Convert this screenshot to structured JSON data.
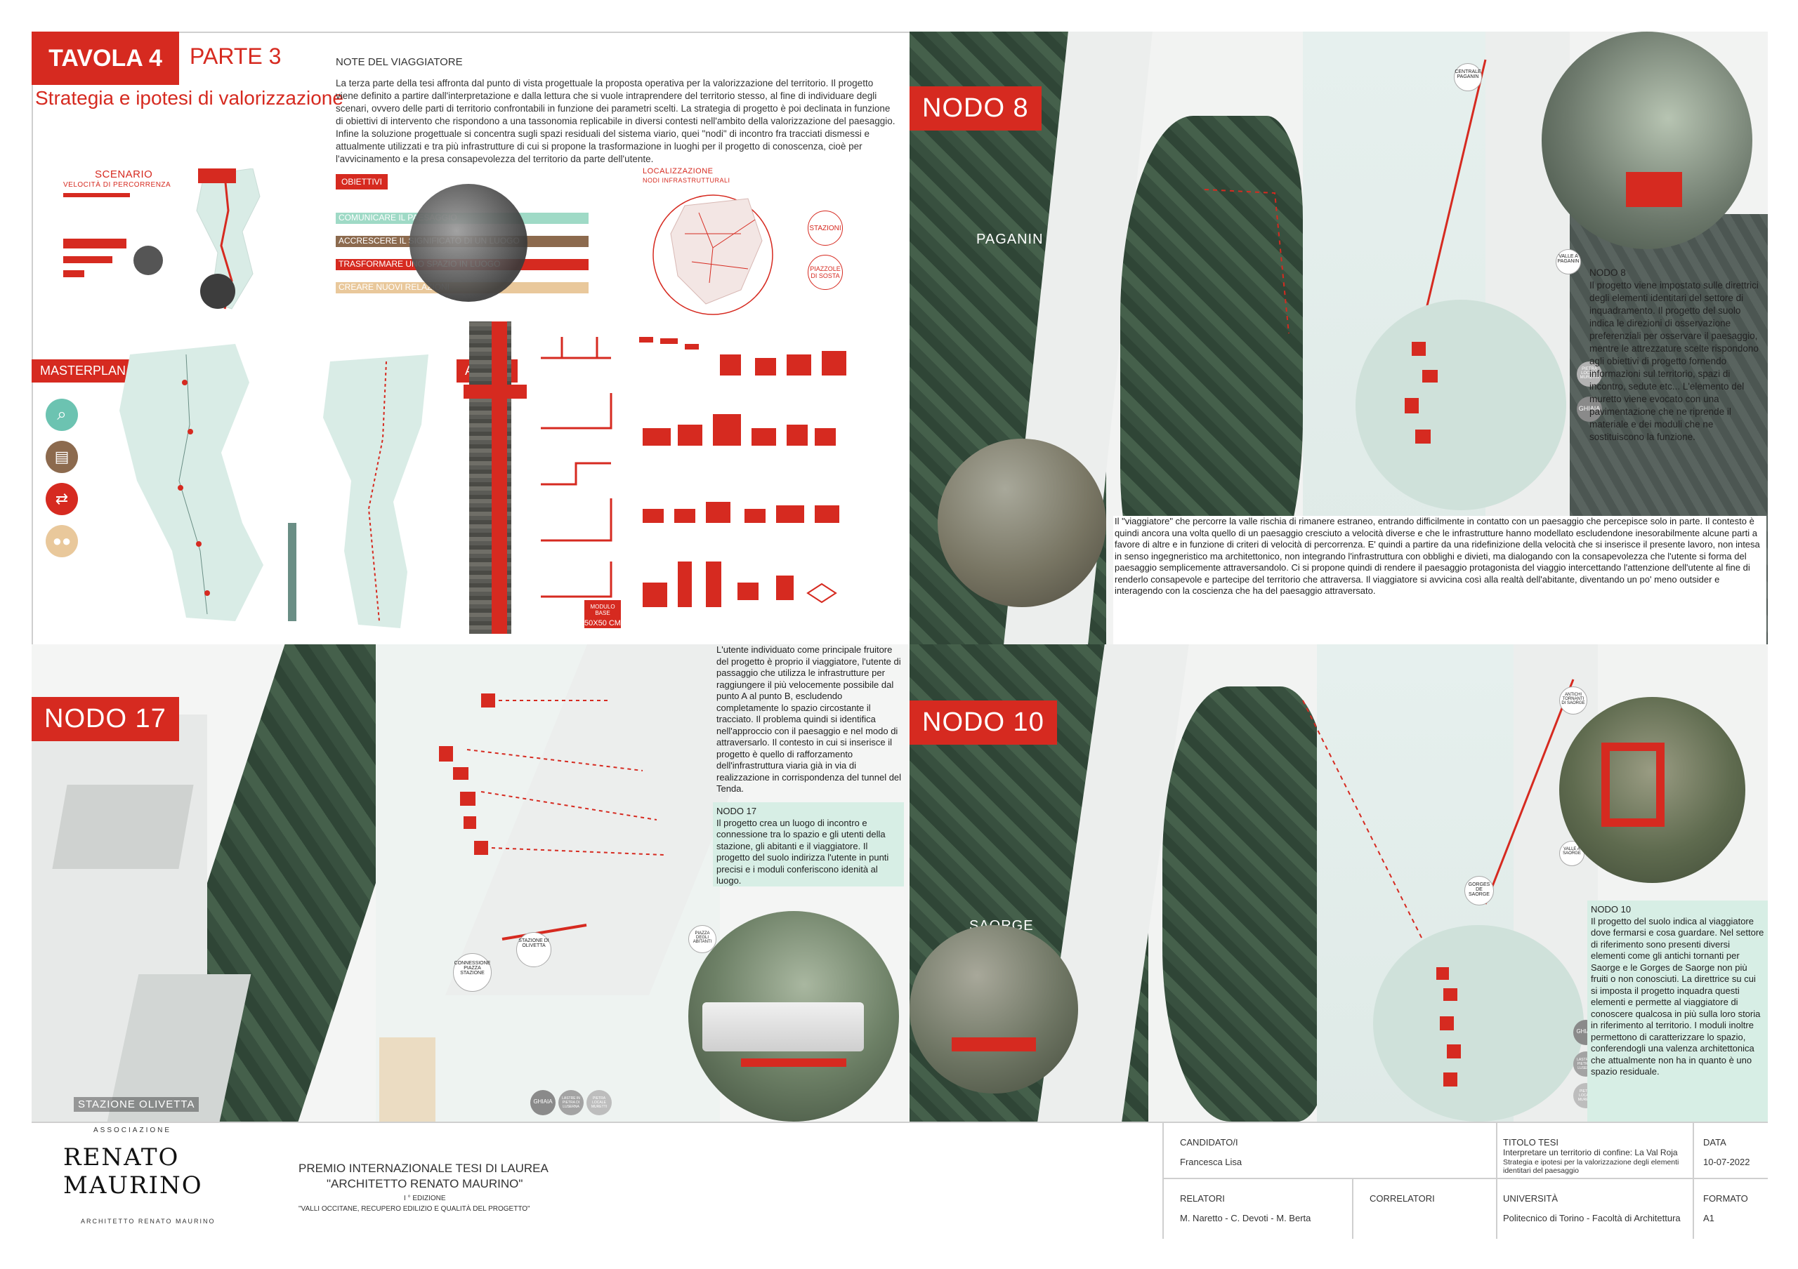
{
  "header": {
    "tavola": "TAVOLA 4",
    "parte": "PARTE 3",
    "subtitle": "Strategia e ipotesi di valorizzazione"
  },
  "note": {
    "title": "NOTE DEL VIAGGIATORE",
    "body": "La terza parte della tesi affronta dal punto di vista progettuale la proposta operativa per la valorizzazione del territorio. Il progetto viene definito a partire dall'interpretazione e dalla lettura che si vuole intraprendere del territorio stesso, al fine di individuare degli scenari, ovvero delle parti di territorio confrontabili in funzione dei parametri scelti. La strategia di progetto è poi declinata in funzione di obiettivi di intervento che rispondono a una tassonomia replicabile in diversi contesti nell'ambito della valorizzazione del paesaggio. Infine la soluzione progettuale si concentra sugli spazi residuali del sistema viario, quei \"nodi\" di incontro fra tracciati dismessi e attualmente utilizzati e tra più infrastrutture di cui si propone la trasformazione in luoghi per il progetto di conoscenza, cioè per l'avvicinamento e la presa consapevolezza del territorio da parte dell'utente."
  },
  "scenario": {
    "title": "SCENARIO",
    "subtitle": "VELOCITÀ DI PERCORRENZA"
  },
  "obiettivi": {
    "title": "OBIETTIVI",
    "items": [
      {
        "label": "COMUNICARE IL PAESAGGIO",
        "color": "#9fdac6"
      },
      {
        "label": "ACCRESCERE IL SIGNIFICATO DI UN LUOGO",
        "color": "#8c6a4e"
      },
      {
        "label": "TRASFORMARE UNO SPAZIO IN LUOGO",
        "color": "#d62a20"
      },
      {
        "label": "CREARE NUOVI RELAZIONI",
        "color": "#e9c89b"
      }
    ]
  },
  "localizzazione": {
    "title": "LOCALIZZAZIONE",
    "subtitle": "NODI INFRASTRUTTURALI",
    "tags": [
      "STAZIONI",
      "PIAZZOLE DI SOSTA"
    ]
  },
  "masterplan": {
    "title": "MASTERPLAN",
    "icons": [
      {
        "name": "search-icon",
        "color": "#6cc3b1"
      },
      {
        "name": "book-icon",
        "color": "#8c6a4e"
      },
      {
        "name": "swap-icon",
        "color": "#d62a20"
      },
      {
        "name": "people-icon",
        "color": "#e9c89b"
      }
    ]
  },
  "abaco": {
    "title": "ABACO",
    "module": "MODULO BASE",
    "module_size": "50X50 CM"
  },
  "nodo8": {
    "label": "NODO 8",
    "place": "PAGANIN",
    "callouts": [
      "CENTRALE PAGANIN",
      "VALLE A PAGANIN"
    ],
    "stops": [
      "GHIAIA",
      "PIETRA LOCALE MURETTI"
    ],
    "desc_title": "NODO 8",
    "desc": "Il progetto viene impostato sulle direttrici degli elementi identitari del settore di inquadramento. Il progetto del suolo indica le direzioni di osservazione preferenziali per osservare il paesaggio, mentre le attrezzature scelte rispondono agli obiettivi di progetto fornendo informazioni sul territorio, spazi di incontro, sedute etc... L'elemento del muretto viene evocato con una pavimentazione che ne riprende il materiale e dei moduli che ne sostituiscono la funzione."
  },
  "viaggiatore": {
    "text": "Il \"viaggiatore\" che percorre la valle rischia di rimanere estraneo, entrando difficilmente in contatto con un paesaggio che percepisce solo in parte. Il contesto è quindi ancora una volta quello di un paesaggio cresciuto a velocità diverse e che le infrastrutture hanno modellato escludendone inesorabilmente alcune parti a favore di altre e in funzione di criteri di velocità di percorrenza. E' quindi a partire da una ridefinizione della velocità che si inserisce il presente lavoro, non intesa in senso ingegneristico ma architettonico, non integrando l'infrastruttura con obblighi e divieti, ma dialogando con la consapevolezza che l'utente si forma del paesaggio semplicemente attraversandolo. Ci si propone quindi di rendere il paesaggio protagonista del viaggio intercettando l'attenzione dell'utente al fine di renderlo consapevole e partecipe del territorio che attraversa. Il viaggiatore si avvicina così alla realtà dell'abitante, diventando un po' meno outsider e interagendo con la coscienza che ha del paesaggio attraversato."
  },
  "nodo17": {
    "label": "NODO 17",
    "place": "STAZIONE OLIVETTA",
    "intro": "L'utente individuato come principale fruitore del progetto è proprio il viaggiatore, l'utente di passaggio che utilizza le infrastrutture per raggiungere il più velocemente possibile dal punto A al punto B, escludendo completamente lo spazio circostante il tracciato. Il problema quindi si identifica nell'approccio con il paesaggio e nel modo di attraversarlo. Il contesto in cui si inserisce il progetto è quello di rafforzamento dell'infrastruttura viaria già in via di realizzazione in corrispondenza del tunnel del Tenda.",
    "desc_title": "NODO 17",
    "desc": "Il progetto crea un luogo di incontro e connessione tra lo spazio e gli utenti della stazione, gli abitanti e il viaggiatore. Il progetto del suolo indirizza l'utente in punti precisi e i moduli conferiscono idenità al luogo.",
    "callouts": [
      "STAZIONE DI OLIVETTA",
      "CONNESSIONE PIAZZA STAZIONE",
      "PIAZZA DEGLI ABITANTI"
    ],
    "stops": [
      "GHIAIA",
      "LASTRE IN PIETRA DI LUSERNA",
      "PIETRA LOCALE MURETTI"
    ]
  },
  "nodo10": {
    "label": "NODO 10",
    "place": "SAORGE",
    "callouts": [
      "ANTICHI TORNANTI DI SAORGE",
      "GORGES DE SAORGE",
      "VALLE A SAORGE"
    ],
    "stops": [
      "GHIAIA",
      "LASTRE IN PIETRA DI LUSERNA",
      "PIETRA LOCALE MURETTI"
    ],
    "desc_title": "NODO 10",
    "desc": "Il progetto del suolo indica al viaggiatore dove fermarsi e cosa guardare. Nel settore di riferimento sono presenti diversi elementi come gli antichi tornanti per Saorge e le Gorges de Saorge non più fruiti o non conosciuti. La direttrice su cui si imposta il progetto inquadra questi elementi e permette al viaggiatore di conoscere qualcosa in più sulla loro storia in riferimento al territorio. I moduli inoltre permettono di caratterizzare lo spazio, conferendogli una valenza architettonica che attualmente non ha in quanto è uno spazio residuale."
  },
  "footer": {
    "assoc_top": "ASSOCIAZIONE",
    "logo_text": "RENATO MAURINO",
    "assoc_bottom": "ARCHITETTO RENATO MAURINO",
    "premio": "PREMIO INTERNAZIONALE  TESI DI LAUREA",
    "premio2": "\"ARCHITETTO RENATO MAURINO\"",
    "edizione": "I ° EDIZIONE",
    "tema": "\"VALLI OCCITANE,  RECUPERO EDILIZIO E QUALITÀ DEL PROGETTO\"",
    "candidato_label": "CANDIDATO/I",
    "candidato": "Francesca Lisa",
    "titolo_label": "TITOLO TESI",
    "titolo": "Interpretare un territorio di confine: La Val Roja",
    "titolo_sub": "Strategia e ipotesi per la valorizzazione degli elementi identitari del paesaggio",
    "data_label": "DATA",
    "data": "10-07-2022",
    "relatori_label": "RELATORI",
    "relatori": "M. Naretto - C. Devoti - M. Berta",
    "correlatori_label": "CORRELATORI",
    "universita_label": "UNIVERSITÀ",
    "universita": "Politecnico di Torino - Facoltà di Architettura",
    "formato_label": "FORMATO",
    "formato": "A1"
  },
  "colors": {
    "accent": "#d62a20",
    "mint": "#d7eee5"
  }
}
